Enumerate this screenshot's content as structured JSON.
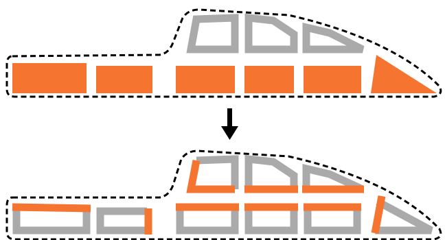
{
  "colors": {
    "orange": "#F47430",
    "gray": "#AAAAAA",
    "outline": "#000000",
    "background": "#FFFFFF"
  },
  "panels": [
    {
      "id": "before",
      "description_name": "top-vehicle",
      "bottom_row_blocks": [
        "solid",
        "solid",
        "solid",
        "solid",
        "solid",
        "solid-wedge"
      ],
      "top_row_frames": [
        "frame",
        "frame",
        "frame-wedge"
      ]
    },
    {
      "id": "after",
      "description_name": "bottom-vehicle",
      "bottom_row_blocks": [
        "frame-top-orange",
        "frame-right-orange",
        "frame-top-orange",
        "frame-top-orange",
        "frame-top-orange",
        "frame-wedge-left-orange"
      ],
      "top_row_frames": [
        "frame-left-bottom-orange",
        "frame-bottom-orange",
        "frame-wedge-bottom-orange"
      ]
    }
  ],
  "arrow": {
    "direction": "down",
    "icon": "down-arrow-icon"
  }
}
